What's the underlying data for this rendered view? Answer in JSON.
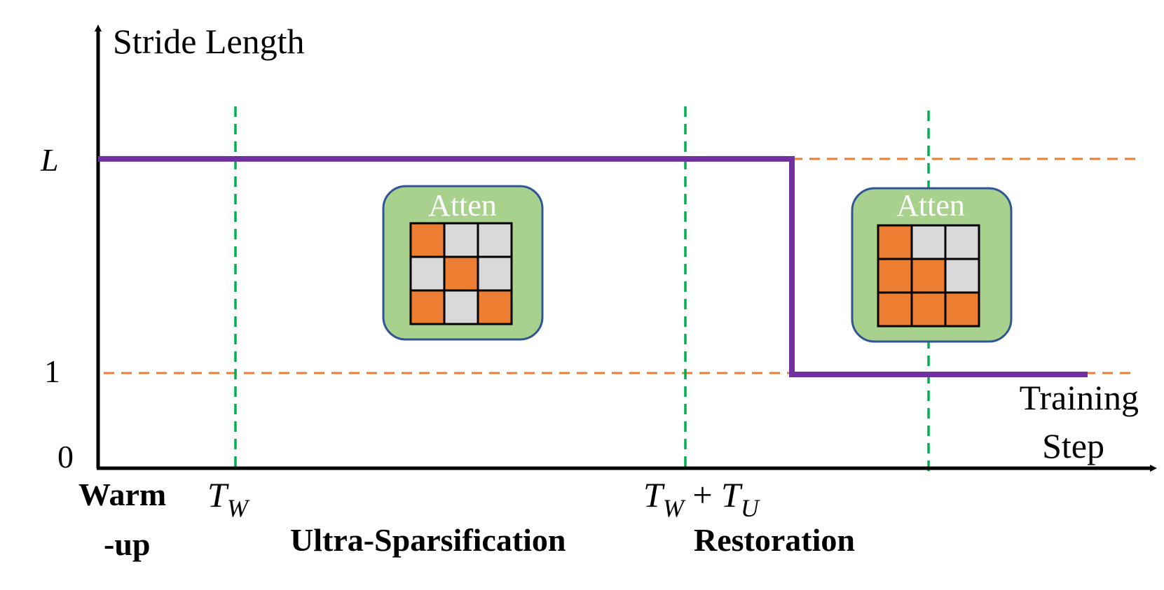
{
  "axes": {
    "y_title": "Stride Length",
    "x_title_line1": "Training",
    "x_title_line2": "Step",
    "y_ticks": {
      "top": "L",
      "one": "1",
      "zero": "0"
    }
  },
  "markers": {
    "tw_main": "T",
    "tw_sub": "W",
    "twtu_main1": "T",
    "twtu_sub1": "W",
    "twtu_plus": " + ",
    "twtu_main2": "T",
    "twtu_sub2": "U"
  },
  "phases": {
    "warmup_line1": "Warm",
    "warmup_line2": "-up",
    "ultra": "Ultra-Sparsification",
    "restoration": "Restoration"
  },
  "attention_boxes": [
    {
      "label": "Atten",
      "grid": [
        [
          1,
          0,
          0
        ],
        [
          0,
          1,
          0
        ],
        [
          1,
          0,
          1
        ]
      ]
    },
    {
      "label": "Atten",
      "grid": [
        [
          1,
          0,
          0
        ],
        [
          1,
          1,
          0
        ],
        [
          1,
          1,
          1
        ]
      ]
    }
  ],
  "colors": {
    "stride_line": "#7030a0",
    "reference_dash": "#ed7d31",
    "phase_divider": "#00b050",
    "box_fill": "#a9d18e",
    "box_border": "#2f5597",
    "cell_active": "#ed7d31",
    "cell_inactive": "#d9d9d9"
  }
}
